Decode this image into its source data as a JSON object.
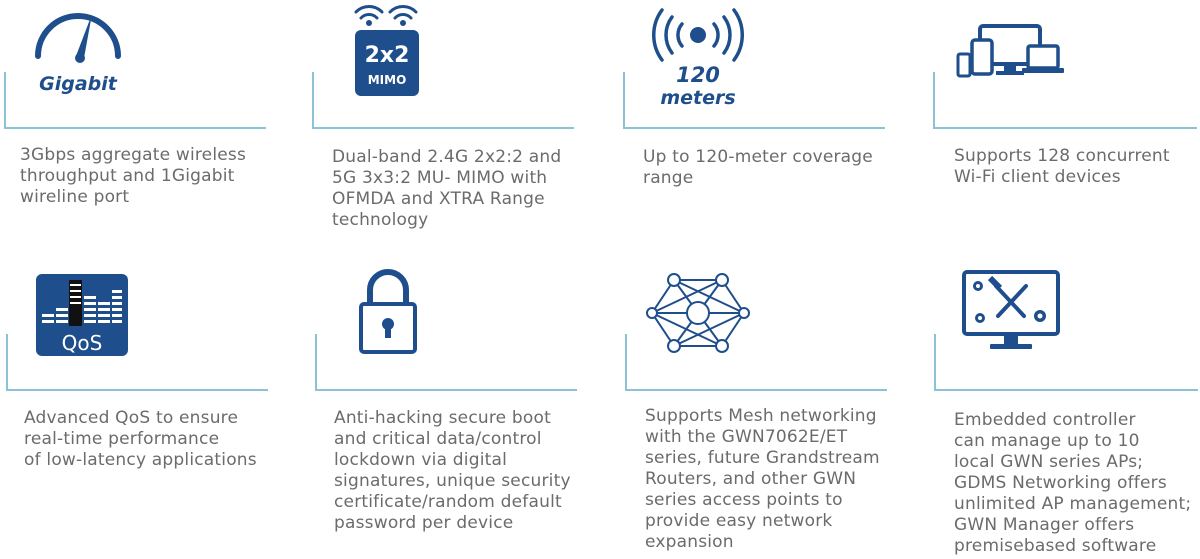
{
  "features": [
    {
      "icon": "speedometer-icon",
      "caption": "Gigabit",
      "text": "3Gbps aggregate wireless throughput and 1Gigabit wireline port",
      "lines": [
        "3Gbps aggregate wireless",
        "throughput and 1Gigabit",
        "wireline port"
      ]
    },
    {
      "icon": "mimo-icon",
      "caption": "2x2",
      "caption2": "MIMO",
      "lines": [
        "Dual-band 2.4G 2x2:2 and",
        "5G 3x3:2 MU- MIMO with",
        "OFMDA and XTRA Range",
        "technology"
      ]
    },
    {
      "icon": "range-icon",
      "caption": "120",
      "caption2": "meters",
      "lines": [
        "Up to 120-meter coverage",
        "range"
      ]
    },
    {
      "icon": "devices-icon",
      "lines": [
        "Supports 128 concurrent",
        "Wi-Fi client devices"
      ]
    },
    {
      "icon": "qos-icon",
      "caption": "QoS",
      "lines": [
        "Advanced QoS to ensure",
        "real-time performance",
        "of low-latency applications"
      ]
    },
    {
      "icon": "lock-icon",
      "lines": [
        "Anti-hacking secure boot",
        "and critical data/control",
        "lockdown via digital",
        "signatures, unique security",
        "certificate/random default",
        "password per device"
      ]
    },
    {
      "icon": "mesh-icon",
      "lines": [
        "Supports Mesh networking",
        "with the GWN7062E/ET",
        "series, future Grandstream",
        "Routers, and other GWN",
        "series access points to",
        "provide easy network",
        "expansion"
      ]
    },
    {
      "icon": "controller-icon",
      "lines": [
        "Embedded controller",
        "can manage up to 10",
        "local GWN series APs;",
        "GDMS Networking offers",
        "unlimited AP management;",
        "GWN Manager offers",
        "premisebased software"
      ]
    }
  ],
  "colors": {
    "icon": "#1f4e8c",
    "line": "#8cc3d4",
    "text": "#6b6b6b"
  }
}
